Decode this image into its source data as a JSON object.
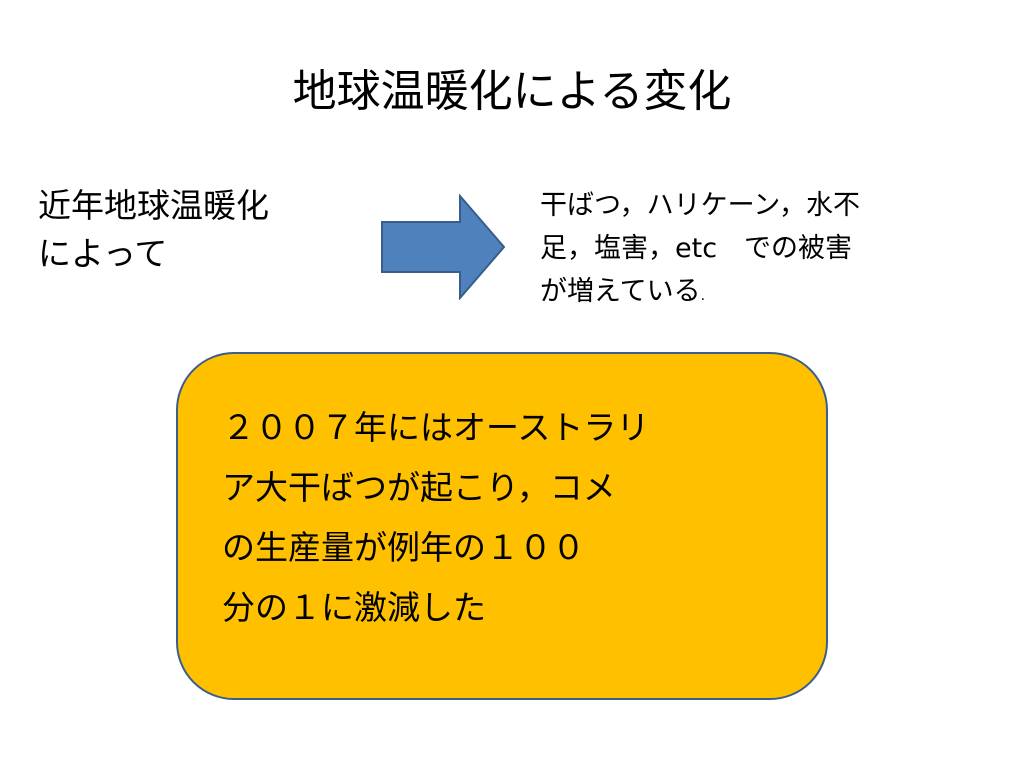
{
  "slide": {
    "title": "地球温暖化による変化",
    "cause_lines": [
      "近年地球温暖化",
      "によって"
    ],
    "effect_lines": [
      "干ばつ，ハリケーン，水不",
      "足，塩害，etc　での被害",
      "が増えている"
    ],
    "effect_period": ".",
    "callout_lines": [
      "２００７年にはオーストラリ",
      "ア大干ばつが起こり，コメ",
      "の生産量が例年の１００",
      "分の１に激減した"
    ]
  },
  "colors": {
    "arrow_fill": "#4F81BD",
    "arrow_stroke": "#385D8A",
    "callout_fill": "#FFC000",
    "callout_border": "#3B5E8C"
  },
  "icons": {
    "arrow": "right-arrow-icon"
  }
}
